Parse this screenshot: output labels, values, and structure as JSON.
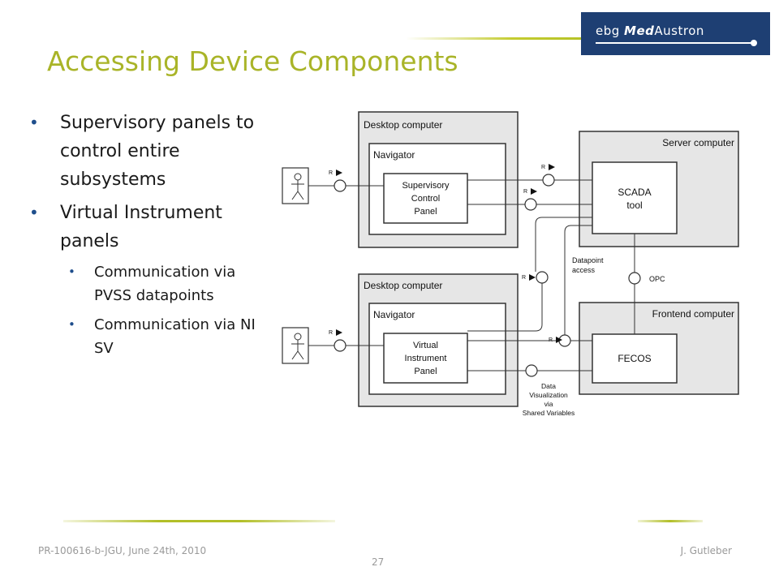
{
  "header": {
    "title": "Accessing Device Components",
    "logo": {
      "prefix": "ebg ",
      "brand": "Med",
      "brand2": "Austron",
      "color": "#1e3f73"
    }
  },
  "bullets": {
    "level1": [
      "Supervisory panels to control entire subsystems",
      "Virtual Instrument panels"
    ],
    "level2": [
      "Communication via PVSS datapoints",
      "Communication via NI SV"
    ]
  },
  "diagram": {
    "desktop_top": {
      "label": "Desktop computer",
      "navigator": "Navigator",
      "panel": [
        "Supervisory",
        "Control",
        "Panel"
      ]
    },
    "desktop_bottom": {
      "label": "Desktop computer",
      "navigator": "Navigator",
      "panel": [
        "Virtual",
        "Instrument",
        "Panel"
      ]
    },
    "server": {
      "label": "Server computer",
      "tool": [
        "SCADA",
        "tool"
      ]
    },
    "frontend": {
      "label": "Frontend computer",
      "tool": "FECOS"
    },
    "labels": {
      "datapoint_access": [
        "Datapoint",
        "access"
      ],
      "opc": "OPC",
      "data_vis": [
        "Data",
        "Visualization",
        "via",
        "Shared Variables"
      ],
      "r": "R"
    }
  },
  "footer": {
    "left": "PR-100616-b-JGU, June 24th, 2010",
    "right": "J. Gutleber",
    "page": "27"
  }
}
